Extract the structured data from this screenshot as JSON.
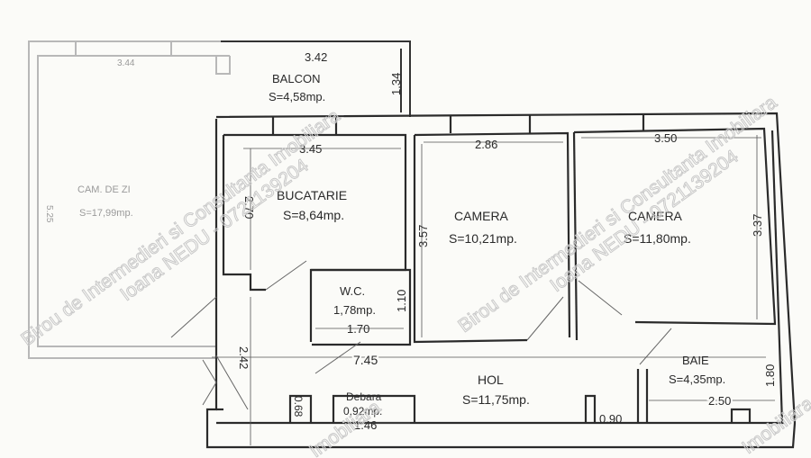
{
  "rooms": {
    "living": {
      "name": "CAM. DE ZI",
      "area": "S=17,99mp.",
      "width_dim": "3.44",
      "height_dim": "5.25"
    },
    "balcony": {
      "name": "BALCON",
      "area": "S=4,58mp.",
      "width_dim": "3.42",
      "height_dim": "1.34"
    },
    "kitchen": {
      "name": "BUCATARIE",
      "area": "S=8,64mp.",
      "width_dim": "3.45",
      "height_dim": "2.70"
    },
    "wc": {
      "name": "W.C.",
      "area": "1,78mp.",
      "width_dim": "1.70",
      "height_dim": "1.10"
    },
    "room1": {
      "name": "CAMERA",
      "area": "S=10,21mp.",
      "width_dim": "2.86",
      "height_dim": "3.57"
    },
    "room2": {
      "name": "CAMERA",
      "area": "S=11,80mp.",
      "width_dim": "3.50",
      "height_dim": "3.37"
    },
    "hall": {
      "name": "HOL",
      "area": "S=11,75mp.",
      "width_dim": "7.45",
      "height_dim": "2.42",
      "door_dim": "0.90"
    },
    "storage": {
      "name": "Debara",
      "area": "0,92mp.",
      "width_dim": "1.46",
      "height_dim": "0.68"
    },
    "bath": {
      "name": "BAIE",
      "area": "S=4,35mp.",
      "width_dim": "2.50",
      "height_dim": "1.80"
    }
  },
  "watermark": {
    "line1": "Birou de Intermedieri si Consultanta Imobiliara",
    "line2": "Ioana NEDU - 0721139204",
    "footer": "Imobiliara"
  },
  "colors": {
    "wall": "#2b2b2b",
    "faint_wall": "#b5b5b5",
    "paper": "#fbfbf8"
  }
}
